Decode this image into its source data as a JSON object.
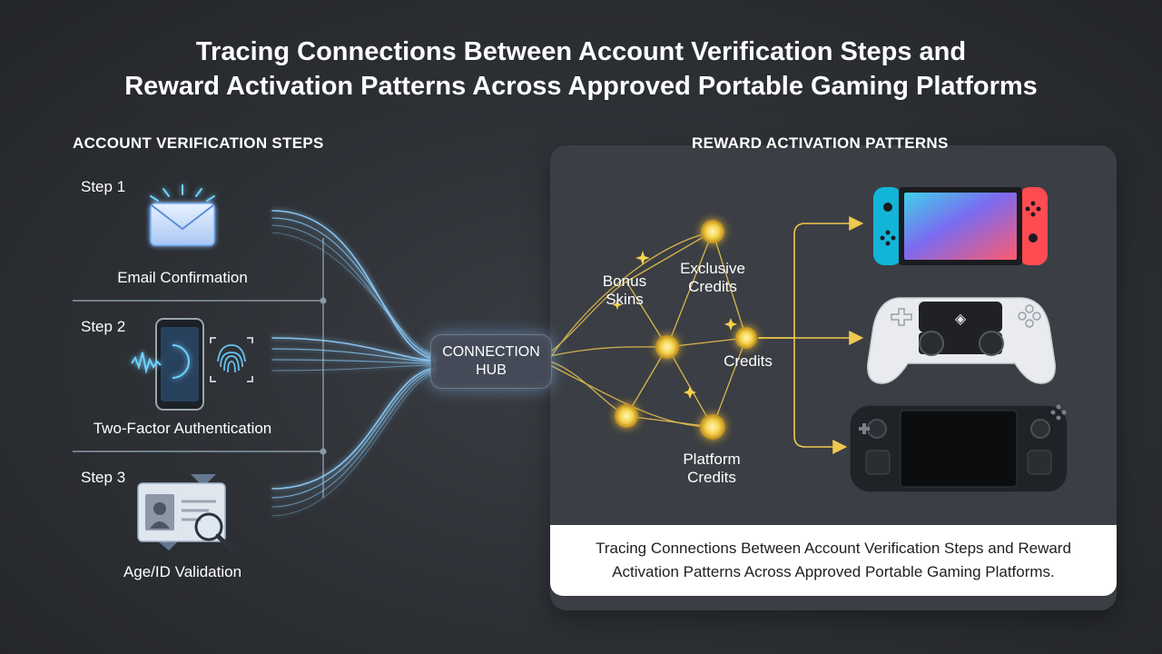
{
  "title": {
    "line1": "Tracing Connections Between Account Verification Steps and",
    "line2": "Reward Activation Patterns Across Approved Portable Gaming Platforms"
  },
  "left_section": {
    "heading": "ACCOUNT VERIFICATION STEPS",
    "steps": [
      {
        "number": "Step 1",
        "name": "Email Confirmation",
        "icon": "envelope-icon"
      },
      {
        "number": "Step 2",
        "name": "Two-Factor Authentication",
        "icon": "smartphone-fingerprint-icon"
      },
      {
        "number": "Step 3",
        "name": "Age/ID Validation",
        "icon": "id-card-magnifier-icon"
      }
    ]
  },
  "hub": {
    "line1": "CONNECTION",
    "line2": "HUB"
  },
  "right_section": {
    "heading": "REWARD ACTIVATION PATTERNS",
    "rewards": [
      {
        "line1": "Bonus",
        "line2": "Skins"
      },
      {
        "line1": "Exclusive",
        "line2": "Credits"
      },
      {
        "line1": "Credits",
        "line2": ""
      },
      {
        "line1": "Platform",
        "line2": "Credits"
      }
    ],
    "platforms": [
      {
        "icon": "handheld-switch-console-icon"
      },
      {
        "icon": "game-controller-icon"
      },
      {
        "icon": "handheld-pc-console-icon"
      }
    ],
    "caption": "Tracing Connections Between Account Verification Steps and Reward Activation Patterns Across Approved Portable Gaming Platforms."
  },
  "colors": {
    "background": "#2c2f34",
    "panel": "#3b3e44",
    "flow_blue": "#8fd0ff",
    "node_gold": "#f5d24a",
    "arrow_gold": "#f0c850"
  }
}
